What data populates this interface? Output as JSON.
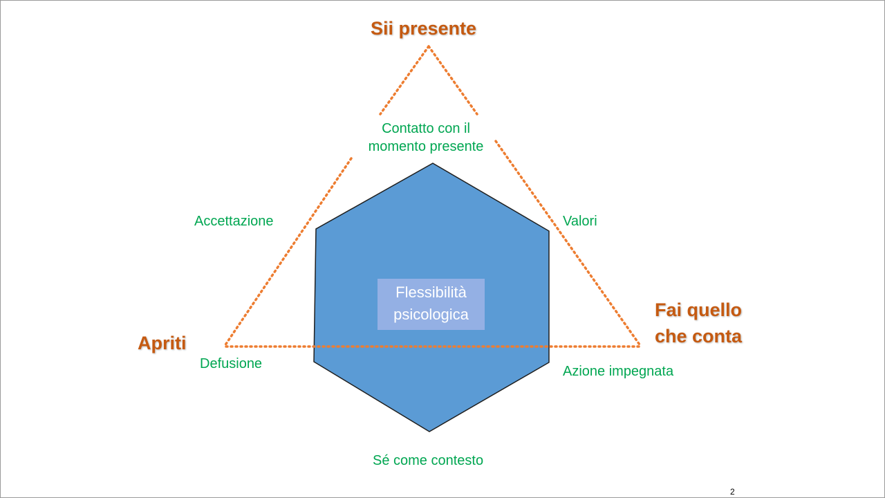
{
  "slide": {
    "page_number": "2"
  },
  "colors": {
    "triangle_dots": "#ed7d31",
    "corner_text": "#c55a11",
    "process_text": "#00a651",
    "hexagon_fill": "#5b9bd5",
    "hexagon_stroke": "#1f1f1f",
    "center_box": "#9fb4e6"
  },
  "triangle": {
    "top": "Sii presente",
    "left": "Apriti",
    "right_line1": "Fai quello",
    "right_line2": "che conta"
  },
  "processes": {
    "contact_line1": "Contatto con il",
    "contact_line2": "momento presente",
    "acceptance": "Accettazione",
    "values": "Valori",
    "defusion": "Defusione",
    "committed_action": "Azione impegnata",
    "self_context": "Sé come contesto"
  },
  "center": {
    "line1": "Flessibilità",
    "line2": "psicologica"
  }
}
